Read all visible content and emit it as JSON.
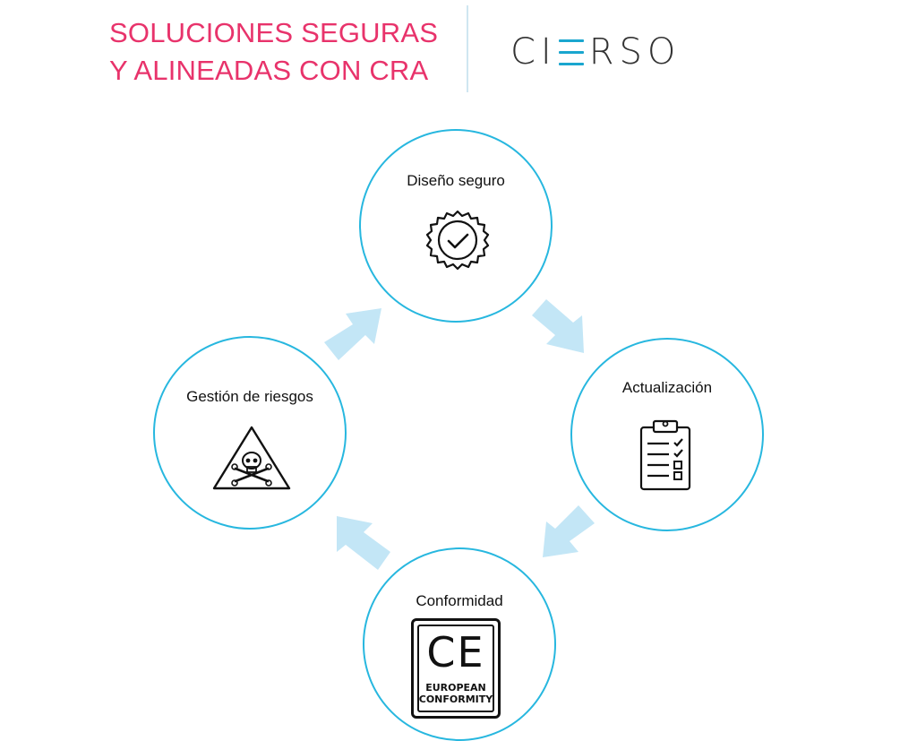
{
  "header": {
    "title_line1": "SOLUCIONES SEGURAS",
    "title_line2": "Y ALINEADAS CON CRA",
    "logo_left": "CI",
    "logo_right": "RSO",
    "logo_mark_icon": "three-bar-e-icon"
  },
  "colors": {
    "title": "#e8336b",
    "circle_border": "#27b7df",
    "arrow_fill": "#c3e6f6",
    "logo_accent": "#1aa6cf"
  },
  "cycle": {
    "top": {
      "label": "Diseño seguro",
      "icon": "badge-check-icon"
    },
    "right": {
      "label": "Actualización",
      "icon": "clipboard-checklist-icon"
    },
    "bottom": {
      "label": "Conformidad",
      "icon": "ce-mark-icon",
      "ce_text": "CE",
      "ce_caption1": "EUROPEAN",
      "ce_caption2": "CONFORMITY"
    },
    "left": {
      "label": "Gestión de riesgos",
      "icon": "skull-warning-icon"
    }
  }
}
